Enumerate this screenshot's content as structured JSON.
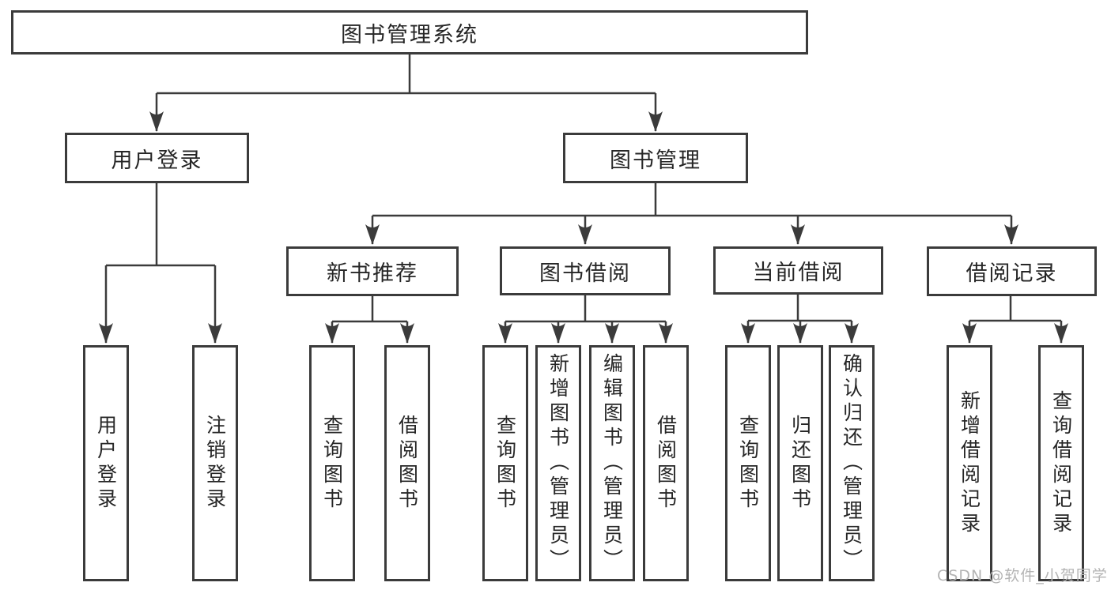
{
  "colors": {
    "line": "#3b3b3b",
    "box_border": "#3b3b3b",
    "box_fill": "#ffffff",
    "text": "#262626",
    "watermark": "#b4b4b4",
    "background": "#ffffff"
  },
  "root": {
    "label": "图书管理系统"
  },
  "login": {
    "label": "用户登录",
    "children": [
      {
        "label": "用户登录"
      },
      {
        "label": "注销登录"
      }
    ]
  },
  "mgmt": {
    "label": "图书管理"
  },
  "new_books": {
    "label": "新书推荐",
    "children": [
      {
        "label": "查询图书"
      },
      {
        "label": "借阅图书"
      }
    ]
  },
  "book_borrow": {
    "label": "图书借阅",
    "children": [
      {
        "label": "查询图书"
      },
      {
        "label": "新增图书（管理员）"
      },
      {
        "label": "编辑图书（管理员）"
      },
      {
        "label": "借阅图书"
      }
    ]
  },
  "current_borrow": {
    "label": "当前借阅",
    "children": [
      {
        "label": "查询图书"
      },
      {
        "label": "归还图书"
      },
      {
        "label": "确认归还（管理员）"
      }
    ]
  },
  "borrow_records": {
    "label": "借阅记录",
    "children": [
      {
        "label": "新增借阅记录"
      },
      {
        "label": "查询借阅记录"
      }
    ]
  },
  "watermark": {
    "text": "CSDN @软件_小贺同学"
  }
}
